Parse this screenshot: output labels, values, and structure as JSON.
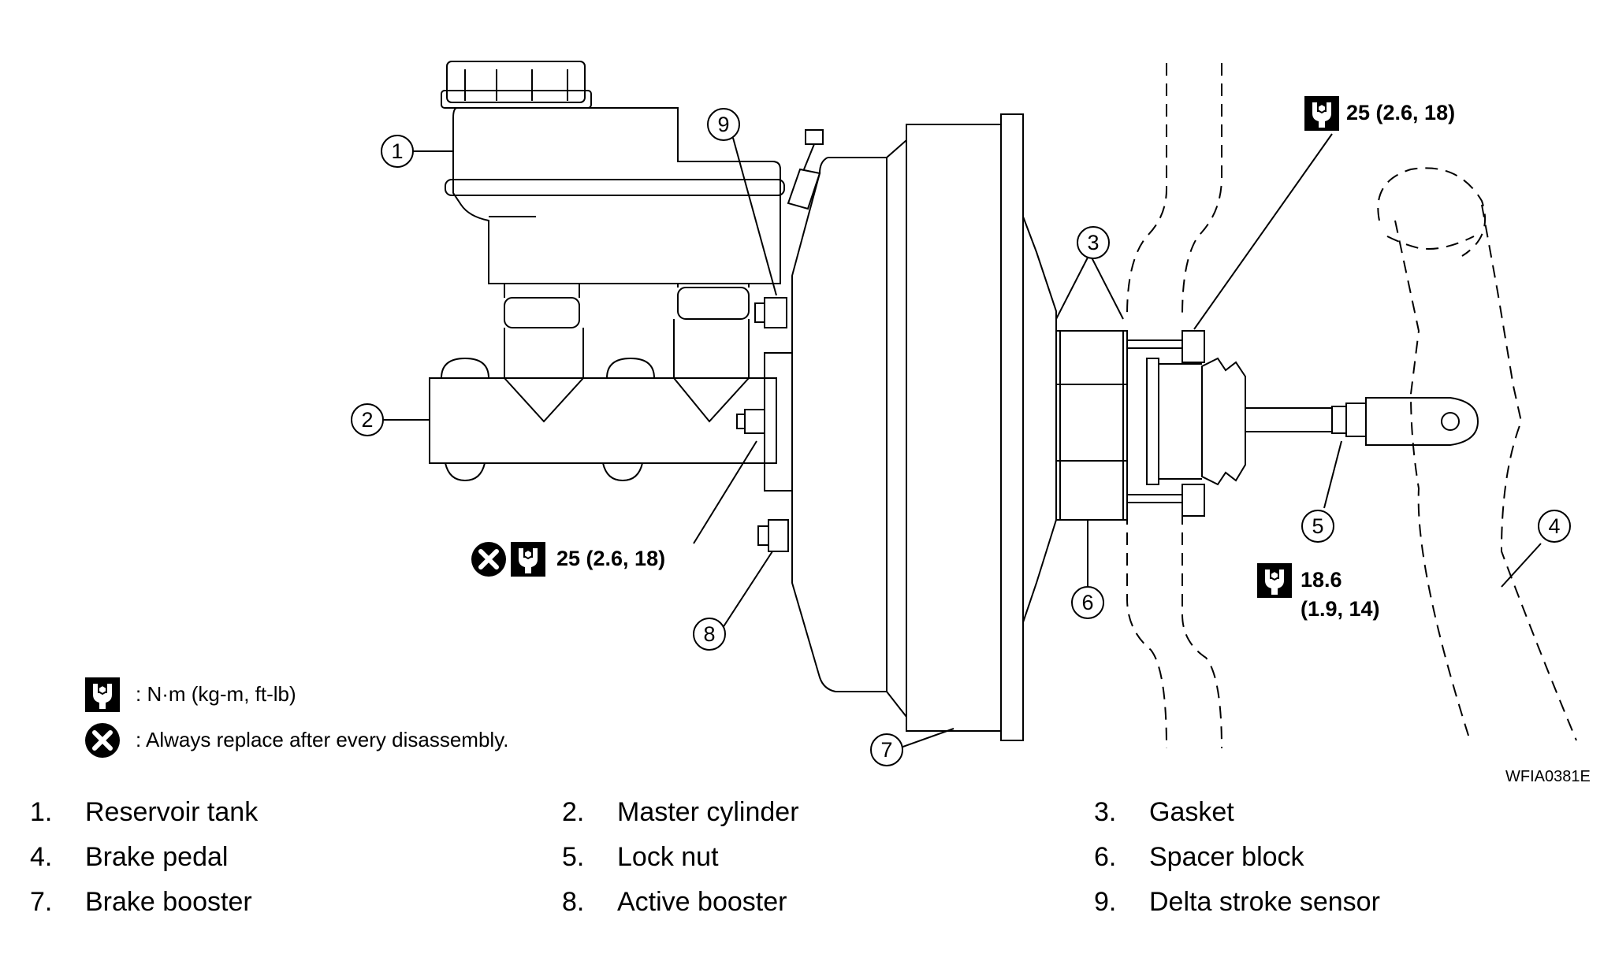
{
  "callouts": [
    {
      "num": "1"
    },
    {
      "num": "2"
    },
    {
      "num": "3"
    },
    {
      "num": "4"
    },
    {
      "num": "5"
    },
    {
      "num": "6"
    },
    {
      "num": "7"
    },
    {
      "num": "8"
    },
    {
      "num": "9"
    }
  ],
  "torques": {
    "upper_right": "25 (2.6, 18)",
    "lower_left": "25 (2.6, 18)",
    "lock_nut_line1": "18.6",
    "lock_nut_line2": "(1.9, 14)"
  },
  "legend": {
    "torque_unit": ": N·m (kg-m, ft-lb)",
    "replace_note": ": Always replace after every disassembly."
  },
  "figure_ref": "WFIA0381E",
  "parts": [
    {
      "num": "1.",
      "label": "Reservoir tank"
    },
    {
      "num": "2.",
      "label": "Master cylinder"
    },
    {
      "num": "3.",
      "label": "Gasket"
    },
    {
      "num": "4.",
      "label": "Brake pedal"
    },
    {
      "num": "5.",
      "label": "Lock nut"
    },
    {
      "num": "6.",
      "label": "Spacer block"
    },
    {
      "num": "7.",
      "label": "Brake booster"
    },
    {
      "num": "8.",
      "label": "Active booster"
    },
    {
      "num": "9.",
      "label": "Delta stroke sensor"
    }
  ],
  "icons": [
    "torque-wrench-icon",
    "replace-x-icon"
  ]
}
